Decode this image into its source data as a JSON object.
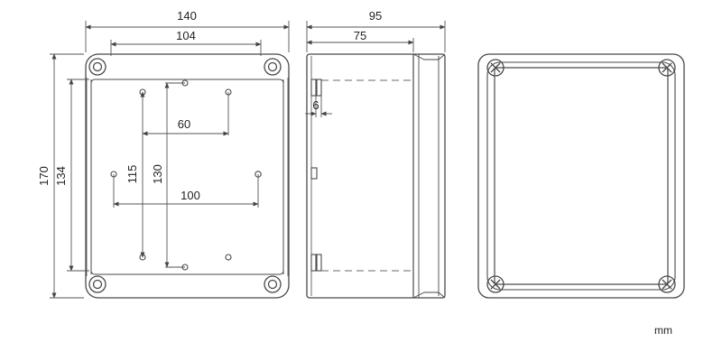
{
  "dimensions": {
    "width_overall": "140",
    "width_inner": "104",
    "hole_spacing_x_small": "60",
    "hole_spacing_x_large": "100",
    "height_overall": "170",
    "height_inner": "134",
    "hole_spacing_y_small": "115",
    "hole_spacing_y_large": "130",
    "depth_overall": "95",
    "depth_body": "75",
    "wall_thickness": "6"
  },
  "unit": "mm",
  "colors": {
    "line": "#4a4a4a",
    "dim_line": "#555555",
    "dashed": "#6a6a6a",
    "text": "#222222"
  }
}
